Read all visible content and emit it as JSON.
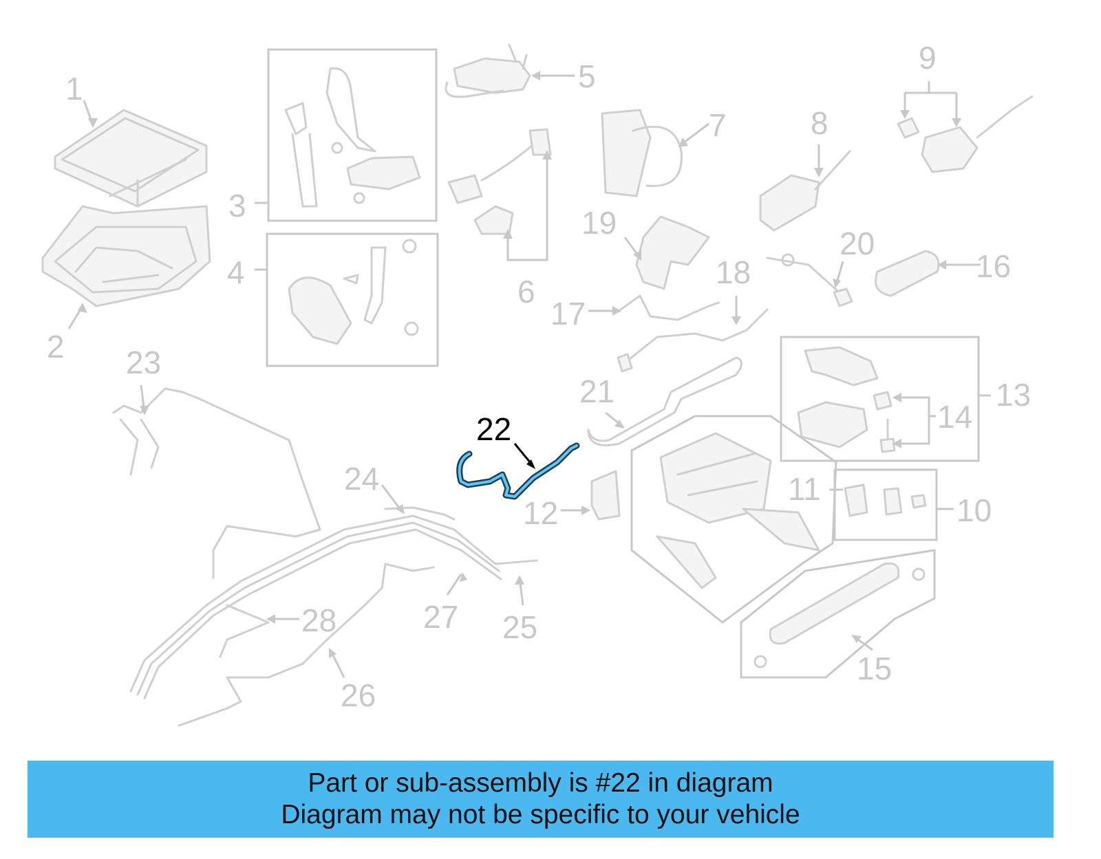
{
  "diagram": {
    "labels": [
      "1",
      "2",
      "3",
      "4",
      "5",
      "6",
      "7",
      "8",
      "9",
      "10",
      "11",
      "12",
      "13",
      "14",
      "15",
      "16",
      "17",
      "18",
      "19",
      "20",
      "21",
      "22",
      "23",
      "24",
      "25",
      "26",
      "27",
      "28"
    ],
    "highlighted_part": "22",
    "colors": {
      "background": "#ffffff",
      "parts": "#cfcfcf",
      "labels": "#c8c8c8",
      "highlight": "#5fc8ee",
      "highlight_outline": "#1f3b57",
      "banner": "#4cb8f0"
    }
  },
  "banner": {
    "line1": "Part or sub-assembly is #22 in diagram",
    "line2": "Diagram may not be specific to your vehicle"
  }
}
